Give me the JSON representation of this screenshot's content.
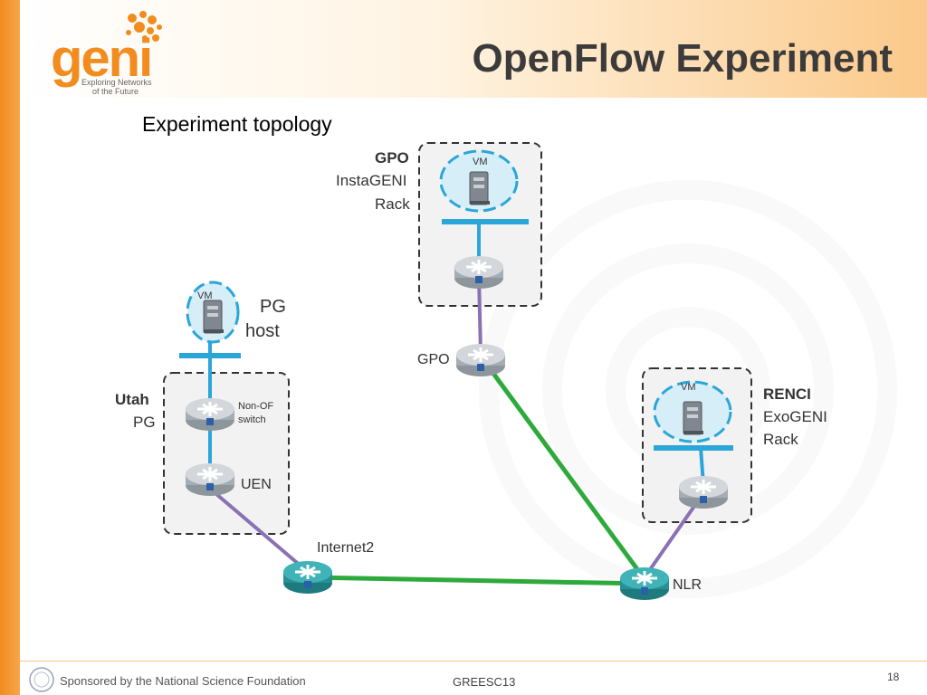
{
  "header": {
    "logo": {
      "word": "geni",
      "tagline": [
        "Exploring Networks",
        "of the Future"
      ]
    },
    "title": "OpenFlow Experiment"
  },
  "body": {
    "subtitle": "Experiment topology"
  },
  "sites": {
    "gpo": {
      "name": "GPO",
      "sub1": "InstaGENI",
      "sub2": "Rack",
      "vm": "VM"
    },
    "renci": {
      "name": "RENCI",
      "sub1": "ExoGENI",
      "sub2": "Rack",
      "vm": "VM"
    },
    "utah": {
      "name": "Utah",
      "sub1": "PG"
    },
    "pg_host": {
      "line1": "PG",
      "line2": "host",
      "vm": "VM"
    }
  },
  "nodes": {
    "gpo_switch": "GPO",
    "non_of_switch": [
      "Non-OF",
      "switch"
    ],
    "uen": "UEN",
    "internet2": "Internet2",
    "nlr": "NLR"
  },
  "colors": {
    "orange": "#f28c1e",
    "link_green": "#2eaa3c",
    "link_purple": "#8a71b5",
    "link_cyan": "#2aa6d8",
    "router_gray": "#c4c9ce",
    "router_teal": "#2c9b9f"
  },
  "footer": {
    "sponsor": "Sponsored by the National Science Foundation",
    "event": "GREESC13",
    "page": "18"
  }
}
